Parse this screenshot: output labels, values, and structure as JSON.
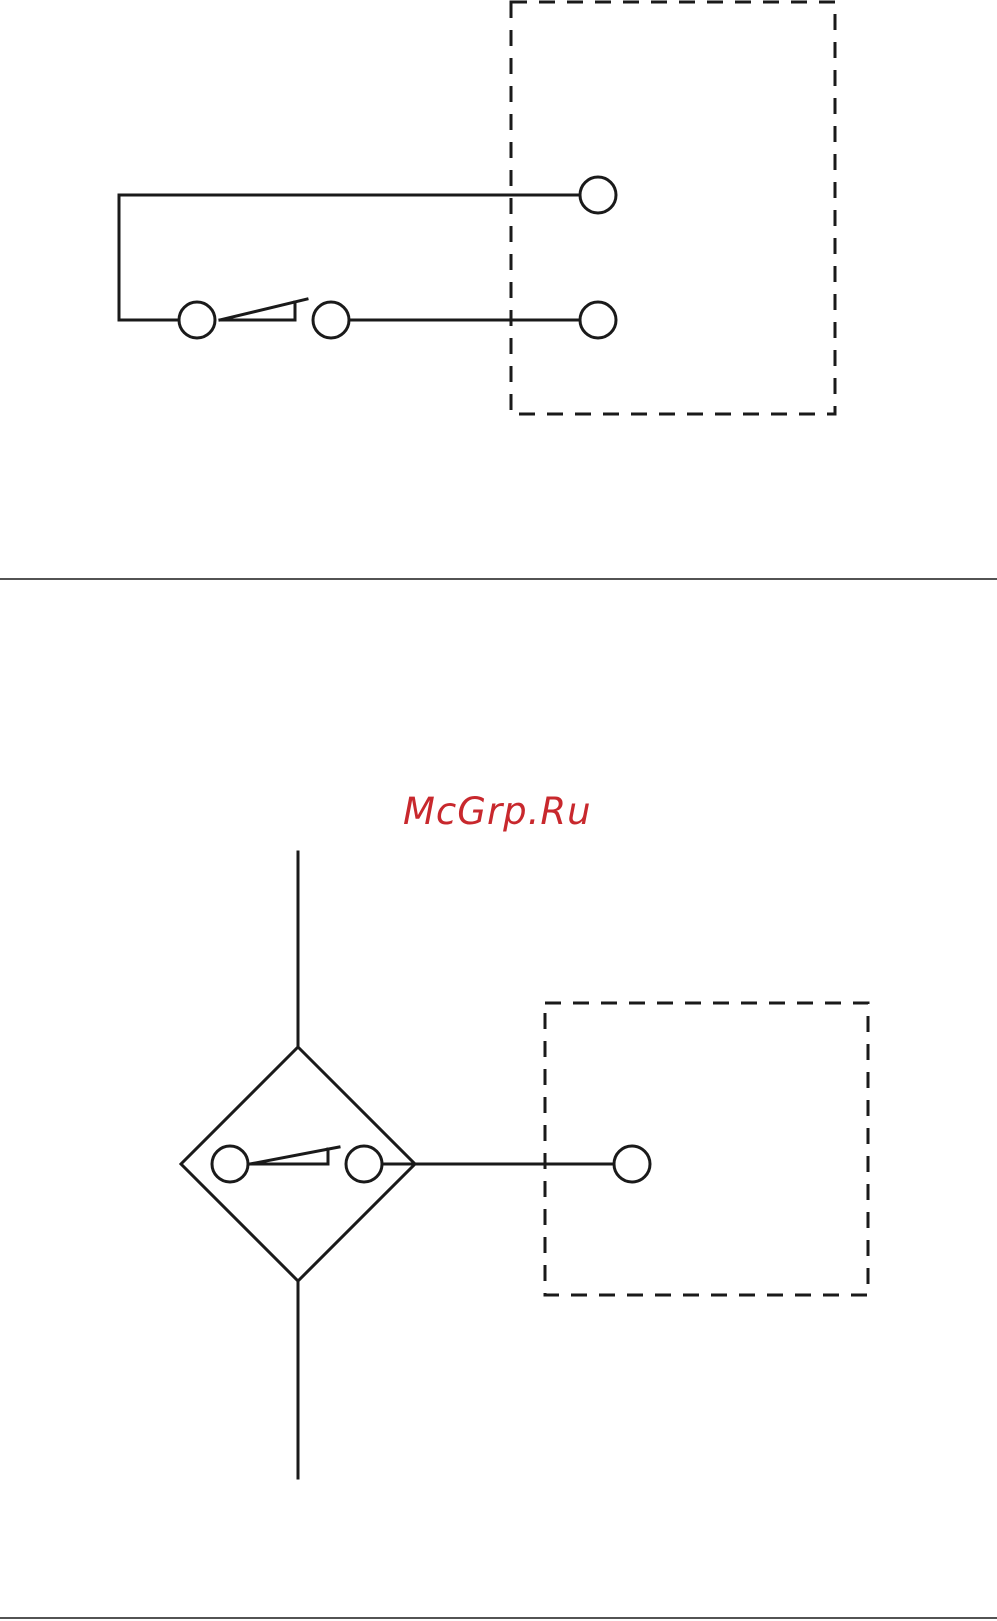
{
  "watermark": {
    "text": "McGrp.Ru",
    "color": "#c8282d"
  },
  "colors": {
    "line": "#1a1a1a",
    "background": "#ffffff"
  },
  "figures": [
    {
      "name": "external-contact-to-device",
      "elements": [
        "dashed-enclosure",
        "terminal",
        "terminal",
        "normally-open-switch",
        "connecting-wires"
      ]
    },
    {
      "name": "diamond-switch-symbol-to-device",
      "elements": [
        "dashed-enclosure",
        "terminal",
        "diamond-symbol",
        "normally-open-switch",
        "vertical-leads"
      ]
    }
  ]
}
